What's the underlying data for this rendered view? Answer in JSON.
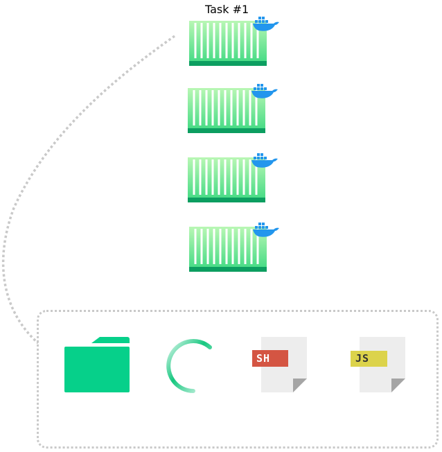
{
  "diagram": {
    "task_label": "Task #1",
    "container_count": 4,
    "container_icon": "docker-whale-icon",
    "tray_items": [
      {
        "name": "folder-icon",
        "type": "folder"
      },
      {
        "name": "loading-spinner-icon",
        "type": "spinner"
      },
      {
        "name": "sh-file-icon",
        "type": "file",
        "label": "SH"
      },
      {
        "name": "js-file-icon",
        "type": "file",
        "label": "JS"
      }
    ]
  },
  "colors": {
    "container_green_light": "#b9f7b4",
    "container_green_mid": "#5fe58f",
    "container_green_dark": "#0c9e60",
    "docker_blue": "#2396ed",
    "folder_green": "#06d08a",
    "spinner_green": "#16c77f",
    "sh_badge": "#d45543",
    "js_badge": "#dcd34b",
    "file_body": "#ededed",
    "file_fold": "#a5a5a5",
    "dotted_line": "#c9c9c9"
  }
}
